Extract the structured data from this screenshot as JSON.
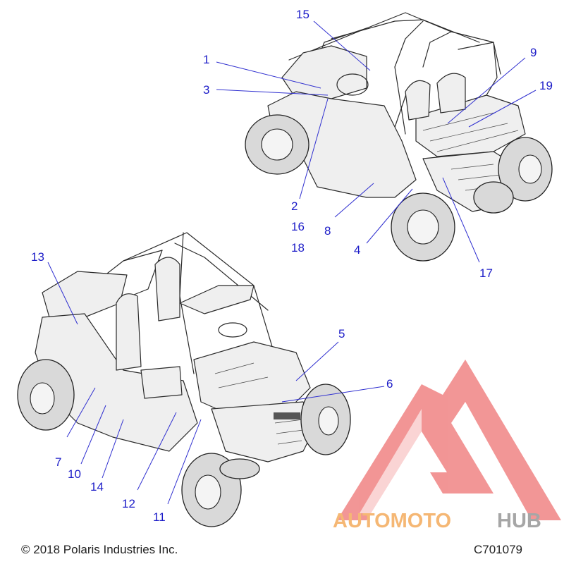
{
  "diagram": {
    "callouts": [
      {
        "label": "1"
      },
      {
        "label": "3"
      },
      {
        "label": "15"
      },
      {
        "label": "9"
      },
      {
        "label": "19"
      },
      {
        "label": "2"
      },
      {
        "label": "16"
      },
      {
        "label": "18"
      },
      {
        "label": "8"
      },
      {
        "label": "4"
      },
      {
        "label": "17"
      },
      {
        "label": "13"
      },
      {
        "label": "5"
      },
      {
        "label": "6"
      },
      {
        "label": "7"
      },
      {
        "label": "10"
      },
      {
        "label": "14"
      },
      {
        "label": "12"
      },
      {
        "label": "11"
      }
    ]
  },
  "footer": {
    "copyright": "© 2018 Polaris Industries Inc.",
    "diagram_id": "C701079"
  },
  "watermark": {
    "part1": "AUTOMOTO",
    "part2": "HUB",
    "colors": {
      "part1": "#f5b774",
      "part2": "#a6a6a6",
      "triangle": "#e8403f"
    }
  },
  "colors": {
    "callout": "#1c1cc8",
    "leader": "#3030d0",
    "ink": "#2a2a2a"
  }
}
